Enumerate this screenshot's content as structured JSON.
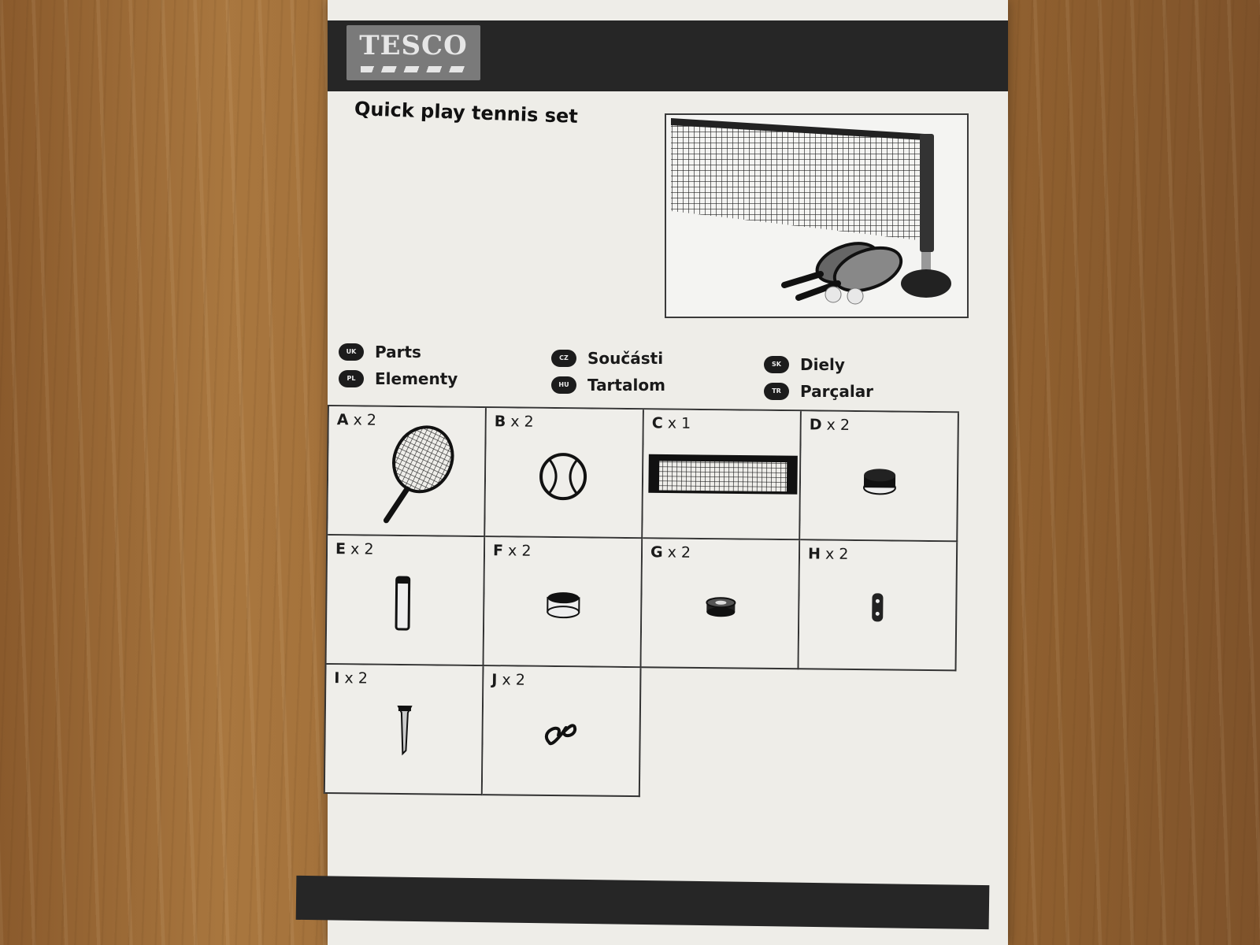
{
  "brand": {
    "logo_text": "TESCO"
  },
  "title": "Quick play tennis set",
  "legend": [
    {
      "code": "UK",
      "label": "Parts"
    },
    {
      "code": "PL",
      "label": "Elementy"
    },
    {
      "code": "CZ",
      "label": "Součásti"
    },
    {
      "code": "HU",
      "label": "Tartalom"
    },
    {
      "code": "SK",
      "label": "Diely"
    },
    {
      "code": "TR",
      "label": "Parçalar"
    }
  ],
  "parts": [
    {
      "letter": "A",
      "qty": "x 2",
      "icon": "racket-icon"
    },
    {
      "letter": "B",
      "qty": "x 2",
      "icon": "ball-icon"
    },
    {
      "letter": "C",
      "qty": "x 1",
      "icon": "net-icon"
    },
    {
      "letter": "D",
      "qty": "x 2",
      "icon": "base-icon"
    },
    {
      "letter": "E",
      "qty": "x 2",
      "icon": "pole-icon"
    },
    {
      "letter": "F",
      "qty": "x 2",
      "icon": "cap-icon"
    },
    {
      "letter": "G",
      "qty": "x 2",
      "icon": "ring-icon"
    },
    {
      "letter": "H",
      "qty": "x 2",
      "icon": "clip-icon"
    },
    {
      "letter": "I",
      "qty": "x 2",
      "icon": "peg-icon"
    },
    {
      "letter": "J",
      "qty": "x 2",
      "icon": "cord-icon"
    }
  ]
}
